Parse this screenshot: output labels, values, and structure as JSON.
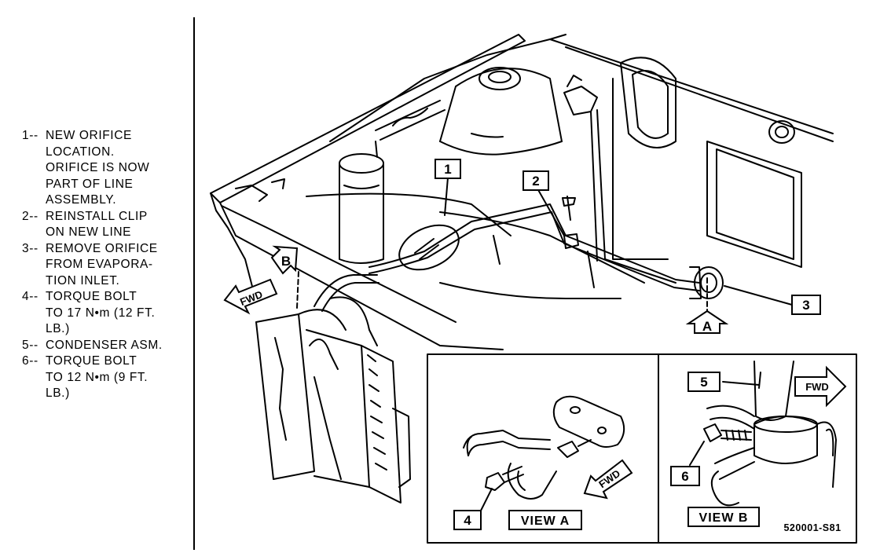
{
  "legend": {
    "items": [
      {
        "num": "1--",
        "text": "NEW ORIFICE\nLOCATION.\nORIFICE IS NOW\nPART OF LINE\nASSEMBLY."
      },
      {
        "num": "2--",
        "text": "REINSTALL CLIP\nON NEW LINE"
      },
      {
        "num": "3--",
        "text": "REMOVE ORIFICE\nFROM EVAPORA-\nTION INLET."
      },
      {
        "num": "4--",
        "text": "TORQUE BOLT\nTO 17 N•m (12 FT.\nLB.)"
      },
      {
        "num": "5--",
        "text": "CONDENSER ASM."
      },
      {
        "num": "6--",
        "text": "TORQUE BOLT\nTO 12 N•m (9 FT.\nLB.)"
      }
    ]
  },
  "callouts": {
    "c1": "1",
    "c2": "2",
    "c3": "3",
    "c4": "4",
    "c5": "5",
    "c6": "6"
  },
  "arrows": {
    "a": "A",
    "b": "B",
    "fwd_main": "FWD",
    "fwd_view_a": "FWD",
    "fwd_view_b": "FWD"
  },
  "views": {
    "view_a": "VIEW  A",
    "view_b": "VIEW  B"
  },
  "figure_code": "520001-S81"
}
